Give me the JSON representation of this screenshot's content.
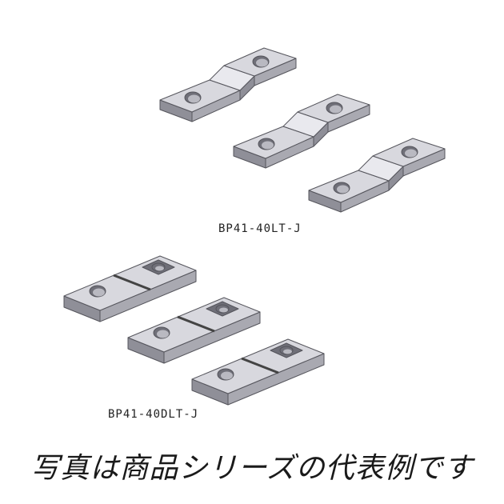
{
  "products": [
    {
      "model": "BP41-40LT-J",
      "count": 3,
      "style": "offset"
    },
    {
      "model": "BP41-40DLT-J",
      "count": 3,
      "style": "flat"
    }
  ],
  "caption": "写真は商品シリーズの代表例です",
  "colors": {
    "top": "#d8d8de",
    "side": "#a9a9b1",
    "front": "#8f8f98",
    "hole": "#b9b9c1",
    "hole_shade": "#6f6f78",
    "outline": "#55555c"
  }
}
